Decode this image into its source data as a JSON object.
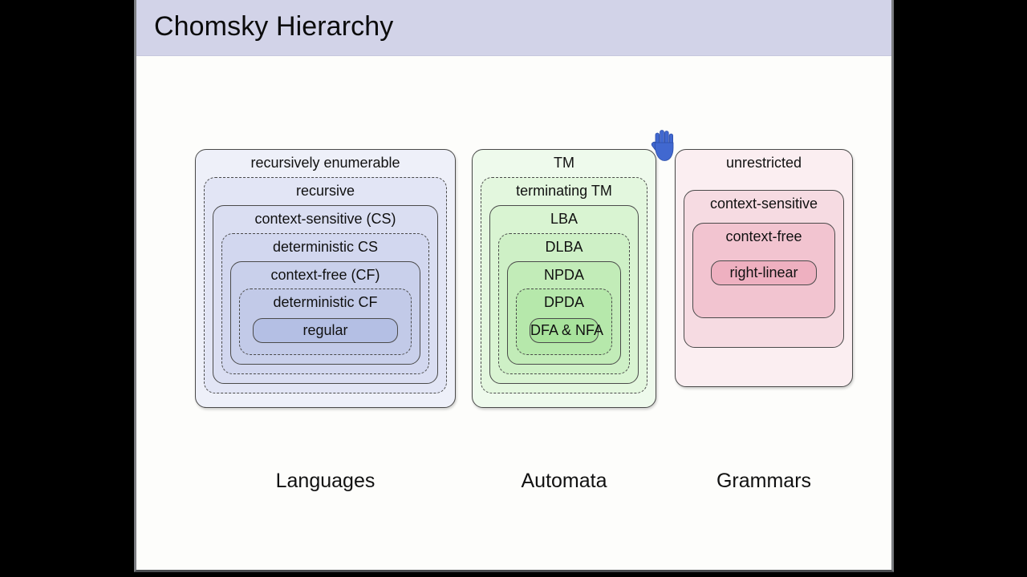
{
  "window": {
    "title": "Chomsky Hierarchy",
    "title_bar_color": "#d2d3e8",
    "canvas_color": "#fdfdfb",
    "frame_color": "#7d7f83",
    "letterbox_color": "#000000"
  },
  "cursor": {
    "icon": "open-hand-cursor",
    "color": "#4168d0"
  },
  "columns": [
    {
      "id": "languages",
      "label": "Languages",
      "accent": "#aab4e0",
      "levels": [
        {
          "label": "recursively enumerable",
          "border": "solid",
          "fill": "#eef0f9"
        },
        {
          "label": "recursive",
          "border": "dashed",
          "fill": "#e2e5f5"
        },
        {
          "label": "context-sensitive (CS)",
          "border": "solid",
          "fill": "#dadef2"
        },
        {
          "label": "deterministic CS",
          "border": "dashed",
          "fill": "#d2d7ef"
        },
        {
          "label": "context-free (CF)",
          "border": "solid",
          "fill": "#c9d0eb"
        },
        {
          "label": "deterministic CF",
          "border": "dashed",
          "fill": "#c2cae8"
        },
        {
          "label": "regular",
          "border": "solid",
          "fill": "#b4bfe4"
        }
      ]
    },
    {
      "id": "automata",
      "label": "Automata",
      "accent": "#9de09d",
      "levels": [
        {
          "label": "TM",
          "border": "solid",
          "fill": "#eefaec"
        },
        {
          "label": "terminating TM",
          "border": "dashed",
          "fill": "#e3f7de"
        },
        {
          "label": "LBA",
          "border": "solid",
          "fill": "#d9f4d2"
        },
        {
          "label": "DLBA",
          "border": "dashed",
          "fill": "#cef0c6"
        },
        {
          "label": "NPDA",
          "border": "solid",
          "fill": "#c2ecb8"
        },
        {
          "label": "DPDA",
          "border": "dashed",
          "fill": "#b6e8ab"
        },
        {
          "label": "DFA & NFA",
          "border": "solid",
          "fill": "#a8e39c"
        }
      ]
    },
    {
      "id": "grammars",
      "label": "Grammars",
      "accent": "#eca9b8",
      "levels": [
        {
          "label": "unrestricted",
          "border": "solid",
          "fill": "#fbeef1"
        },
        {
          "label": "context-sensitive",
          "border": "solid",
          "fill": "#f6dbe2"
        },
        {
          "label": "context-free",
          "border": "solid",
          "fill": "#f2c4d0"
        },
        {
          "label": "right-linear",
          "border": "solid",
          "fill": "#eeb0c0"
        }
      ]
    }
  ]
}
